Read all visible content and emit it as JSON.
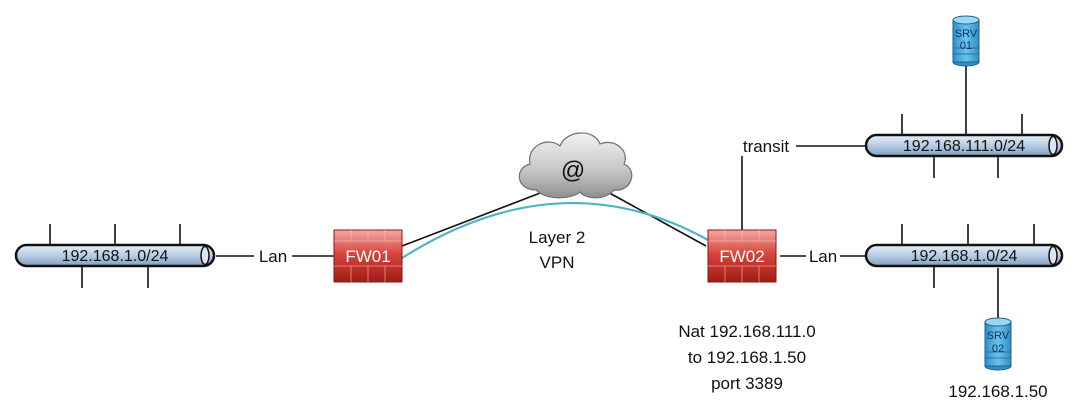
{
  "networks": {
    "left_lan": "192.168.1.0/24",
    "right_transit": "192.168.111.0/24",
    "right_lan": "192.168.1.0/24"
  },
  "firewalls": {
    "fw01": "FW01",
    "fw02": "FW02"
  },
  "links": {
    "left_lan_label": "Lan",
    "right_lan_label": "Lan",
    "transit_label": "transit"
  },
  "internet": {
    "symbol": "@"
  },
  "vpn": {
    "line1": "Layer 2",
    "line2": "VPN"
  },
  "servers": {
    "srv01": {
      "line1": "SRV",
      "line2": "01"
    },
    "srv02": {
      "line1": "SRV",
      "line2": "02",
      "ip": "192.168.1.50"
    }
  },
  "nat_note": {
    "line1": "Nat 192.168.111.0",
    "line2": "to 192.168.1.50",
    "line3": "port 3389"
  },
  "colors": {
    "bus_fill": "#b7cde3",
    "firewall_red": "#c8302c",
    "vpn_tunnel": "#4fb3c8",
    "server_blue": "#4aa8dc",
    "cloud_gray": "#b8b8b8"
  }
}
